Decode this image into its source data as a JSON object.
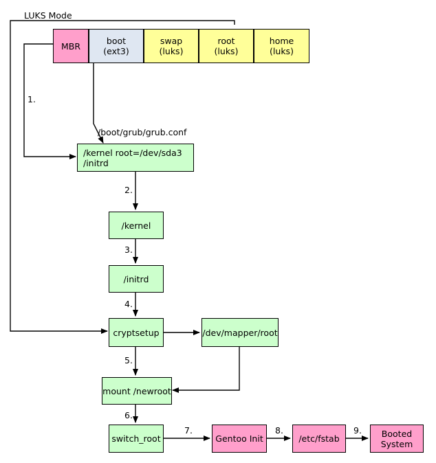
{
  "diagram": {
    "title": "LUKS Mode",
    "type": "flowchart",
    "colors": {
      "green": "#ccffcc",
      "pink": "#ff9fcb",
      "yellow": "#ffff99",
      "bluegrey": "#dfe7f2",
      "stroke": "#000000",
      "background": "#ffffff"
    },
    "partition_bar": {
      "name": "disk-partition-bar",
      "partitions": [
        {
          "label": "MBR",
          "sub": "",
          "color": "pink"
        },
        {
          "label": "boot",
          "sub": "(ext3)",
          "color": "bluegrey"
        },
        {
          "label": "swap",
          "sub": "(luks)",
          "color": "yellow"
        },
        {
          "label": "root",
          "sub": "(luks)",
          "color": "yellow"
        },
        {
          "label": "home",
          "sub": "(luks)",
          "color": "yellow"
        }
      ]
    },
    "nodes": [
      {
        "id": "grub",
        "text": "/kernel root=/dev/sda3\n/initrd",
        "color": "green"
      },
      {
        "id": "kernel",
        "text": "/kernel",
        "color": "green"
      },
      {
        "id": "initrd",
        "text": "/initrd",
        "color": "green"
      },
      {
        "id": "cryptsetup",
        "text": "cryptsetup",
        "color": "green"
      },
      {
        "id": "mapper",
        "text": "/dev/mapper/root",
        "color": "green"
      },
      {
        "id": "mount",
        "text": "mount /newroot",
        "color": "green"
      },
      {
        "id": "switchroot",
        "text": "switch_root",
        "color": "green"
      },
      {
        "id": "gentooinit",
        "text": "Gentoo Init",
        "color": "pink"
      },
      {
        "id": "fstab",
        "text": "/etc/fstab",
        "color": "pink"
      },
      {
        "id": "booted",
        "text": "Booted\nSystem",
        "color": "pink"
      }
    ],
    "edge_labels": {
      "grub_conf": "/boot/grub/grub.conf",
      "step1": "1.",
      "step2": "2.",
      "step3": "3.",
      "step4": "4.",
      "step5": "5.",
      "step6": "6.",
      "step7": "7.",
      "step8": "8.",
      "step9": "9."
    }
  }
}
